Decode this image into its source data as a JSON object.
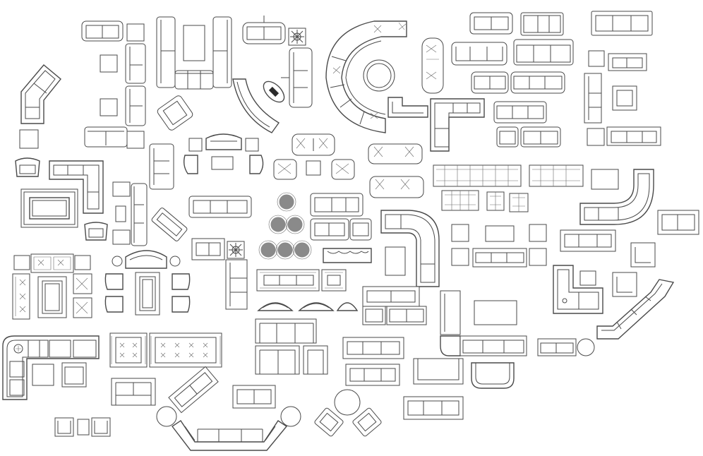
{
  "drawing": {
    "line_color": "#4a4a4a",
    "background": "#ffffff"
  },
  "palette": [
    "sofa-3-seat",
    "sofa-2-seat",
    "armchair",
    "sectional-sofa",
    "curved-sectional",
    "ottoman",
    "coffee-table",
    "side-table",
    "area-rug",
    "round-ottoman",
    "chaise-longue"
  ]
}
